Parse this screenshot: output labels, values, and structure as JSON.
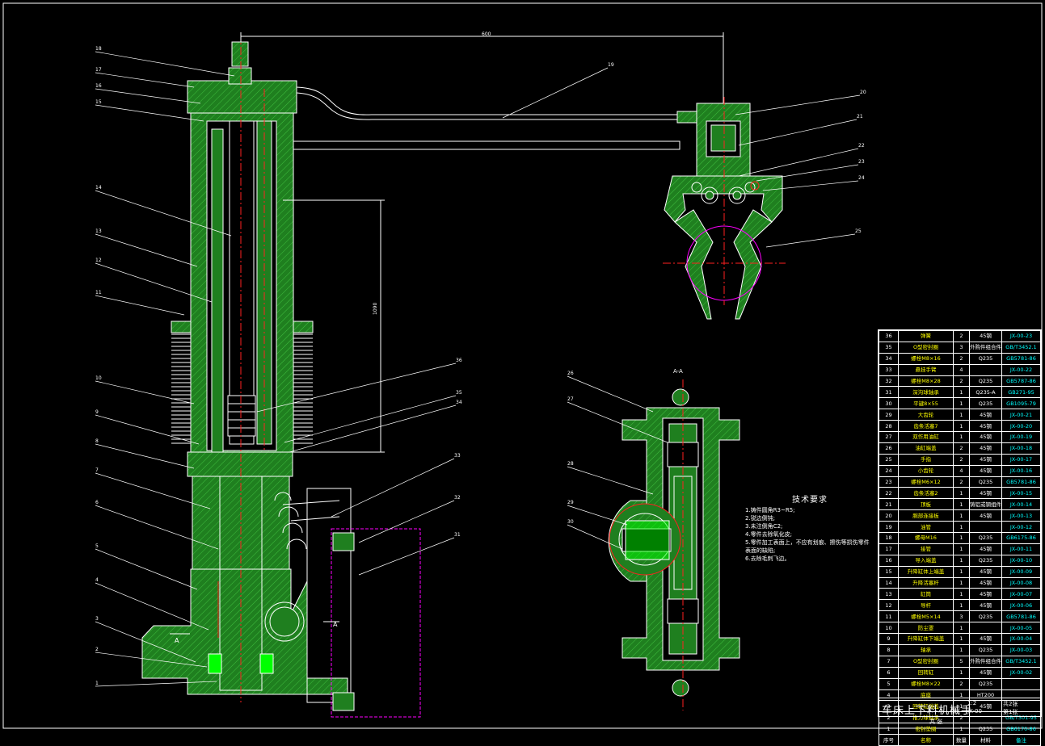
{
  "drawing": {
    "title": "车床上下料机械手",
    "dimension_top": "600",
    "dimension_vertical": "1090",
    "section_label": "A-A",
    "section_marks": [
      "A",
      "A"
    ],
    "scale": "1:2",
    "drawing_no": "JX-00",
    "sheet_total": "共2张",
    "sheet_no": "第1张",
    "bottom_cell": "共 张"
  },
  "tech_requirements": {
    "title": "技术要求",
    "items": [
      "1.铸件圆角R3~R5;",
      "2.锐边倒钝;",
      "3.未注倒角C2;",
      "4.零件去除氧化皮;",
      "5.零件加工表面上，不应有划痕、擦伤等损伤零件表面的缺陷;",
      "6.去除毛刺飞边。"
    ]
  },
  "callouts_left": [
    "18",
    "17",
    "16",
    "15",
    "14",
    "13",
    "12",
    "11",
    "10",
    "9",
    "8",
    "7",
    "6",
    "5",
    "4",
    "3",
    "2",
    "1"
  ],
  "callouts_right": [
    "19",
    "20",
    "21",
    "22",
    "23",
    "24",
    "25"
  ],
  "callouts_mid": [
    "36",
    "35",
    "34",
    "33",
    "32",
    "31"
  ],
  "callouts_section": [
    "26",
    "27",
    "28",
    "29",
    "30"
  ],
  "bom": {
    "rows": [
      [
        "36",
        "弹簧",
        "2",
        "45钢",
        "JX-00-23"
      ],
      [
        "35",
        "O型密封圈",
        "3",
        "外购件组合件",
        "GB/T3452.1"
      ],
      [
        "34",
        "螺栓M8×16",
        "2",
        "Q235",
        "GB5781-86"
      ],
      [
        "33",
        "悬挂手臂",
        "4",
        "",
        "JX-00-22"
      ],
      [
        "32",
        "螺栓M8×28",
        "2",
        "Q235",
        "GB5787-86"
      ],
      [
        "31",
        "深沟球轴承",
        "1",
        "Q235-A",
        "GB271-95"
      ],
      [
        "30",
        "平键8×55",
        "1",
        "Q235",
        "GB1095-79"
      ],
      [
        "29",
        "大齿轮",
        "1",
        "45钢",
        "JX-00-21"
      ],
      [
        "28",
        "齿条活塞7",
        "1",
        "45钢",
        "JX-00-20"
      ],
      [
        "27",
        "双作用油缸",
        "1",
        "45钢",
        "JX-00-19"
      ],
      [
        "26",
        "油缸端盖",
        "2",
        "45钢",
        "JX-00-18"
      ],
      [
        "25",
        "手指",
        "2",
        "45钢",
        "JX-00-17"
      ],
      [
        "24",
        "小齿轮",
        "4",
        "45钢",
        "JX-00-16"
      ],
      [
        "23",
        "螺栓M6×12",
        "2",
        "Q235",
        "GB5781-86"
      ],
      [
        "22",
        "齿条活塞2",
        "1",
        "45钢",
        "JX-00-15"
      ],
      [
        "21",
        "顶板",
        "1",
        "铸铝或钢组件",
        "JX-00-14"
      ],
      [
        "20",
        "腕部连接板",
        "1",
        "45钢",
        "JX-00-13"
      ],
      [
        "19",
        "油管",
        "1",
        "",
        "JX-00-12"
      ],
      [
        "18",
        "螺母M16",
        "1",
        "Q235",
        "GB6175-86"
      ],
      [
        "17",
        "接管",
        "1",
        "45钢",
        "JX-00-11"
      ],
      [
        "16",
        "导入端盖",
        "1",
        "Q235",
        "JX-00-10"
      ],
      [
        "15",
        "升降缸体上端盖",
        "1",
        "45钢",
        "JX-00-09"
      ],
      [
        "14",
        "升降活塞杆",
        "1",
        "45钢",
        "JX-00-08"
      ],
      [
        "13",
        "缸筒",
        "1",
        "45钢",
        "JX-00-07"
      ],
      [
        "12",
        "导杆",
        "1",
        "45钢",
        "JX-00-06"
      ],
      [
        "11",
        "螺栓M5×14",
        "3",
        "Q235",
        "GB5781-86"
      ],
      [
        "10",
        "防尘罩",
        "1",
        "",
        "JX-00-05"
      ],
      [
        "9",
        "升降缸体下端盖",
        "1",
        "45钢",
        "JX-00-04"
      ],
      [
        "8",
        "轴承",
        "1",
        "Q235",
        "JX-00-03"
      ],
      [
        "7",
        "O型密封圈",
        "5",
        "外购件组合件",
        "GB/T3452.1"
      ],
      [
        "6",
        "回转缸",
        "1",
        "45钢",
        "JX-00-02"
      ],
      [
        "5",
        "螺栓M8×22",
        "2",
        "Q235",
        ""
      ],
      [
        "4",
        "底座",
        "1",
        "HT200",
        ""
      ],
      [
        "3",
        "回转缸端盖",
        "1",
        "45钢",
        ""
      ],
      [
        "2",
        "推力球轴承",
        "2",
        "",
        "GB/T301-95"
      ],
      [
        "1",
        "密封垫圈",
        "1",
        "Q235",
        "GB6170-86"
      ]
    ],
    "header": [
      "序号",
      "名称",
      "数量",
      "材料",
      "备注"
    ]
  },
  "colors": {
    "background": "#000000",
    "part_fill": "#1f7f1f",
    "outline": "#ffffff",
    "centerline": "#ff2020",
    "dimension": "#ffffff",
    "hidden": "#ff00ff",
    "highlight": "#00ff00",
    "callout_text": "#ffffff",
    "bom_text_cyan": "#00ffff",
    "bom_text_yellow": "#ffff00"
  }
}
